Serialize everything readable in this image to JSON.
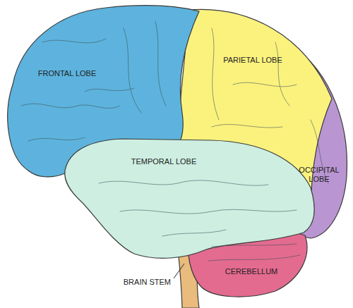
{
  "diagram": {
    "nodes": [
      {
        "text": [
          "FRONTAL LOBE"
        ]
      },
      {
        "text": [
          "PARIETAL LOBE"
        ]
      },
      {
        "text": [
          "TEMPORAL LOBE"
        ]
      },
      {
        "text": [
          "OCCIPITAL LOBE"
        ]
      },
      {
        "text": [
          "CEREBELLUM"
        ]
      }
    ],
    "labels": [
      "BRAIN STEM"
    ]
  }
}
